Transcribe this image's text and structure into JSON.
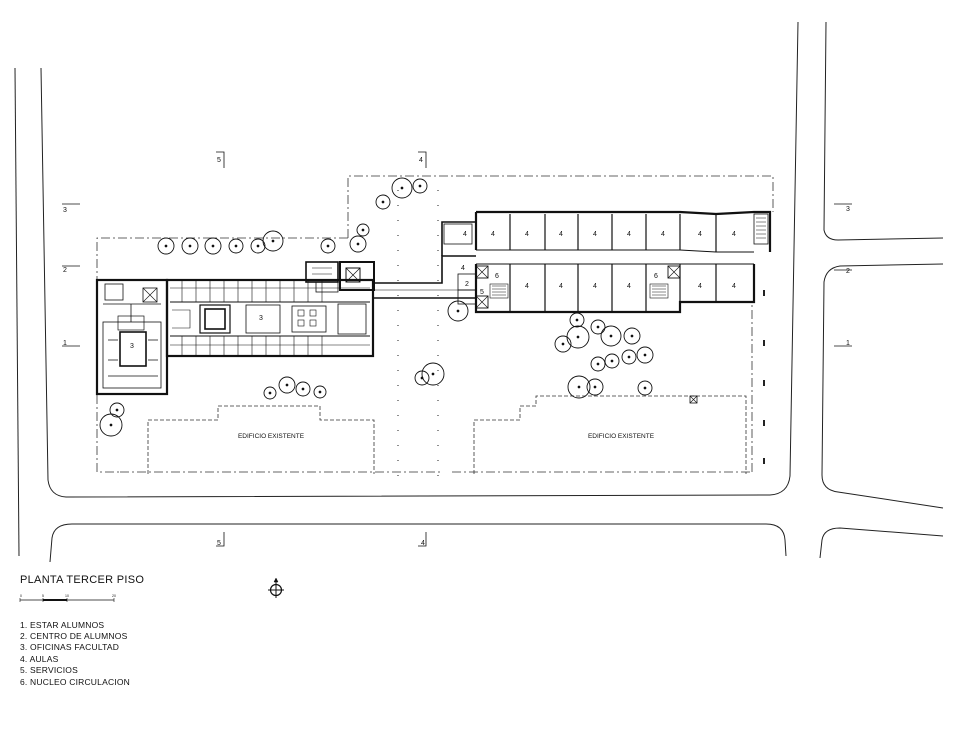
{
  "drawing": {
    "title": "PLANTA TERCER PISO",
    "existing_buildings": [
      "EDIFICIO EXISTENTE",
      "EDIFICIO EXISTENTE"
    ],
    "axis_labels": {
      "top": [
        "5",
        "4"
      ],
      "bottom": [
        "5",
        "4"
      ],
      "left": [
        "3",
        "2",
        "1"
      ],
      "right": [
        "3",
        "2",
        "1"
      ]
    },
    "room_numbers": {
      "upper_classrooms": [
        "4",
        "4",
        "4",
        "4",
        "4",
        "4",
        "4",
        "4",
        "4"
      ],
      "lower_classrooms": [
        "4",
        "4",
        "4",
        "4",
        "4",
        "4",
        "4"
      ],
      "circulation": [
        "6",
        "6"
      ],
      "services": [
        "5"
      ],
      "student_center": [
        "2"
      ],
      "offices": [
        "3",
        "3"
      ]
    },
    "scale_bar": {
      "ticks": [
        "0",
        "5",
        "10",
        "20"
      ]
    },
    "north_icon": "north-arrow-icon",
    "legend": [
      "1. ESTAR ALUMNOS",
      "2. CENTRO DE ALUMNOS",
      "3. OFICINAS FACULTAD",
      "4. AULAS",
      "5. SERVICIOS",
      "6. NUCLEO CIRCULACION"
    ]
  }
}
